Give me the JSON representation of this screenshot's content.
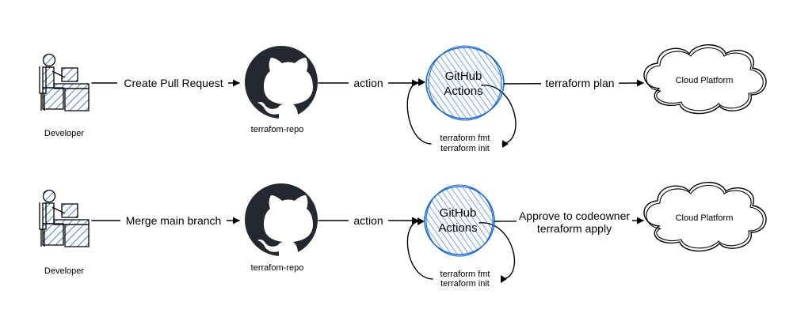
{
  "rows": [
    {
      "developer_label": "Developer",
      "step1_label": "Create Pull Request",
      "repo_label": "terrafom-repo",
      "step2_label": "action",
      "actions_line1": "GitHub",
      "actions_line2": "Actions",
      "loop_line1": "terraform fmt",
      "loop_line2": "terraform init",
      "step3_line1": "terraform plan",
      "step3_line2": "",
      "cloud_label": "Cloud Platform"
    },
    {
      "developer_label": "Developer",
      "step1_label": "Merge main branch",
      "repo_label": "terrafom-repo",
      "step2_label": "action",
      "actions_line1": "GitHub",
      "actions_line2": "Actions",
      "loop_line1": "terraform fmt",
      "loop_line2": "terraform init",
      "step3_line1": "Approve to codeowner",
      "step3_line2": "terraform apply",
      "cloud_label": "Cloud Platform"
    }
  ],
  "colors": {
    "accent": "#1e6bd6",
    "hatch": "#4a7fc1",
    "line": "#000000",
    "github_mark": "#24292f"
  },
  "icons": {
    "developer": "developer-at-desk-icon",
    "repo": "github-octocat-icon",
    "actions": "github-actions-circle",
    "cloud": "cloud-icon"
  }
}
